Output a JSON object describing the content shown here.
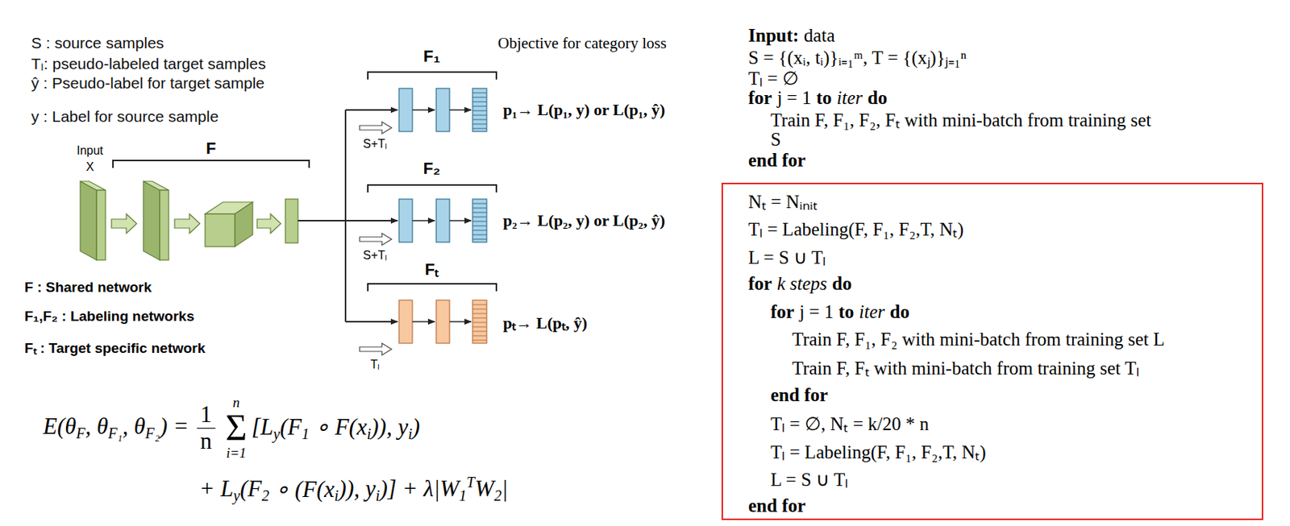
{
  "diagram": {
    "nodes": [
      {
        "text": [
          "Nₜ = Nᵢₙᵢₜ",
          "Tₗ = Labeling(F, F₁, F₂,T, Nₜ)",
          "L = S ∪ Tₗ",
          "for",
          "k steps",
          "do",
          "for",
          "j = 1",
          "to",
          "iter",
          "do",
          "Train F, F₁, F₂ with mini-batch from training set L",
          "Train F, Fₜ with mini-batch from training set Tₗ",
          "end for",
          "Tₗ = ∅, Nₜ = k/20 * n",
          "Tₗ = Labeling(F, F₁, F₂,T, Nₜ)",
          "L = S ∪ Tₗ",
          "end for"
        ]
      }
    ],
    "labels": [
      "S : source samples",
      "Tₗ: pseudo-labeled target samples",
      "ŷ : Pseudo-label for target sample",
      "y : Label for source sample",
      "Input",
      "X",
      "F",
      "F₁",
      "Objective for category loss",
      "S+Tₗ",
      "p₁→ L(p₁, y) or L(p₁, ŷ)",
      "F₂",
      "S+Tₗ",
      "p₂→ L(p₂, y) or L(p₂, ŷ)",
      "Fₜ",
      "Tₗ",
      "pₜ→ L(pₜ, ŷ)",
      "F : Shared network",
      "F₁,F₂ : Labeling networks",
      "Fₜ : Target specific network",
      "E(θ",
      "F",
      ", θ",
      "F₁",
      ", θ",
      "F₂",
      ") =",
      "1",
      "n",
      "n",
      "Σ",
      "i=1",
      "[L",
      "y",
      "(F",
      "1",
      "∘ F(x",
      "i",
      ")), y",
      "i",
      ")",
      "+ L",
      "y",
      "(F",
      "2",
      "∘ (F(x",
      "i",
      ")), y",
      "i",
      ")] + λ|W",
      "1",
      "T",
      "W",
      "2",
      "|",
      "Input:",
      "data",
      "S = {(xᵢ, tᵢ)}ᵢ₌₁ᵐ, T = {(xⱼ)}ⱼ₌₁ⁿ",
      "Tₗ = ∅",
      "for",
      "j = 1",
      "to",
      "iter",
      "do",
      "Train F, F₁, F₂, Fₜ with mini-batch from training set",
      "S",
      "end for"
    ]
  }
}
